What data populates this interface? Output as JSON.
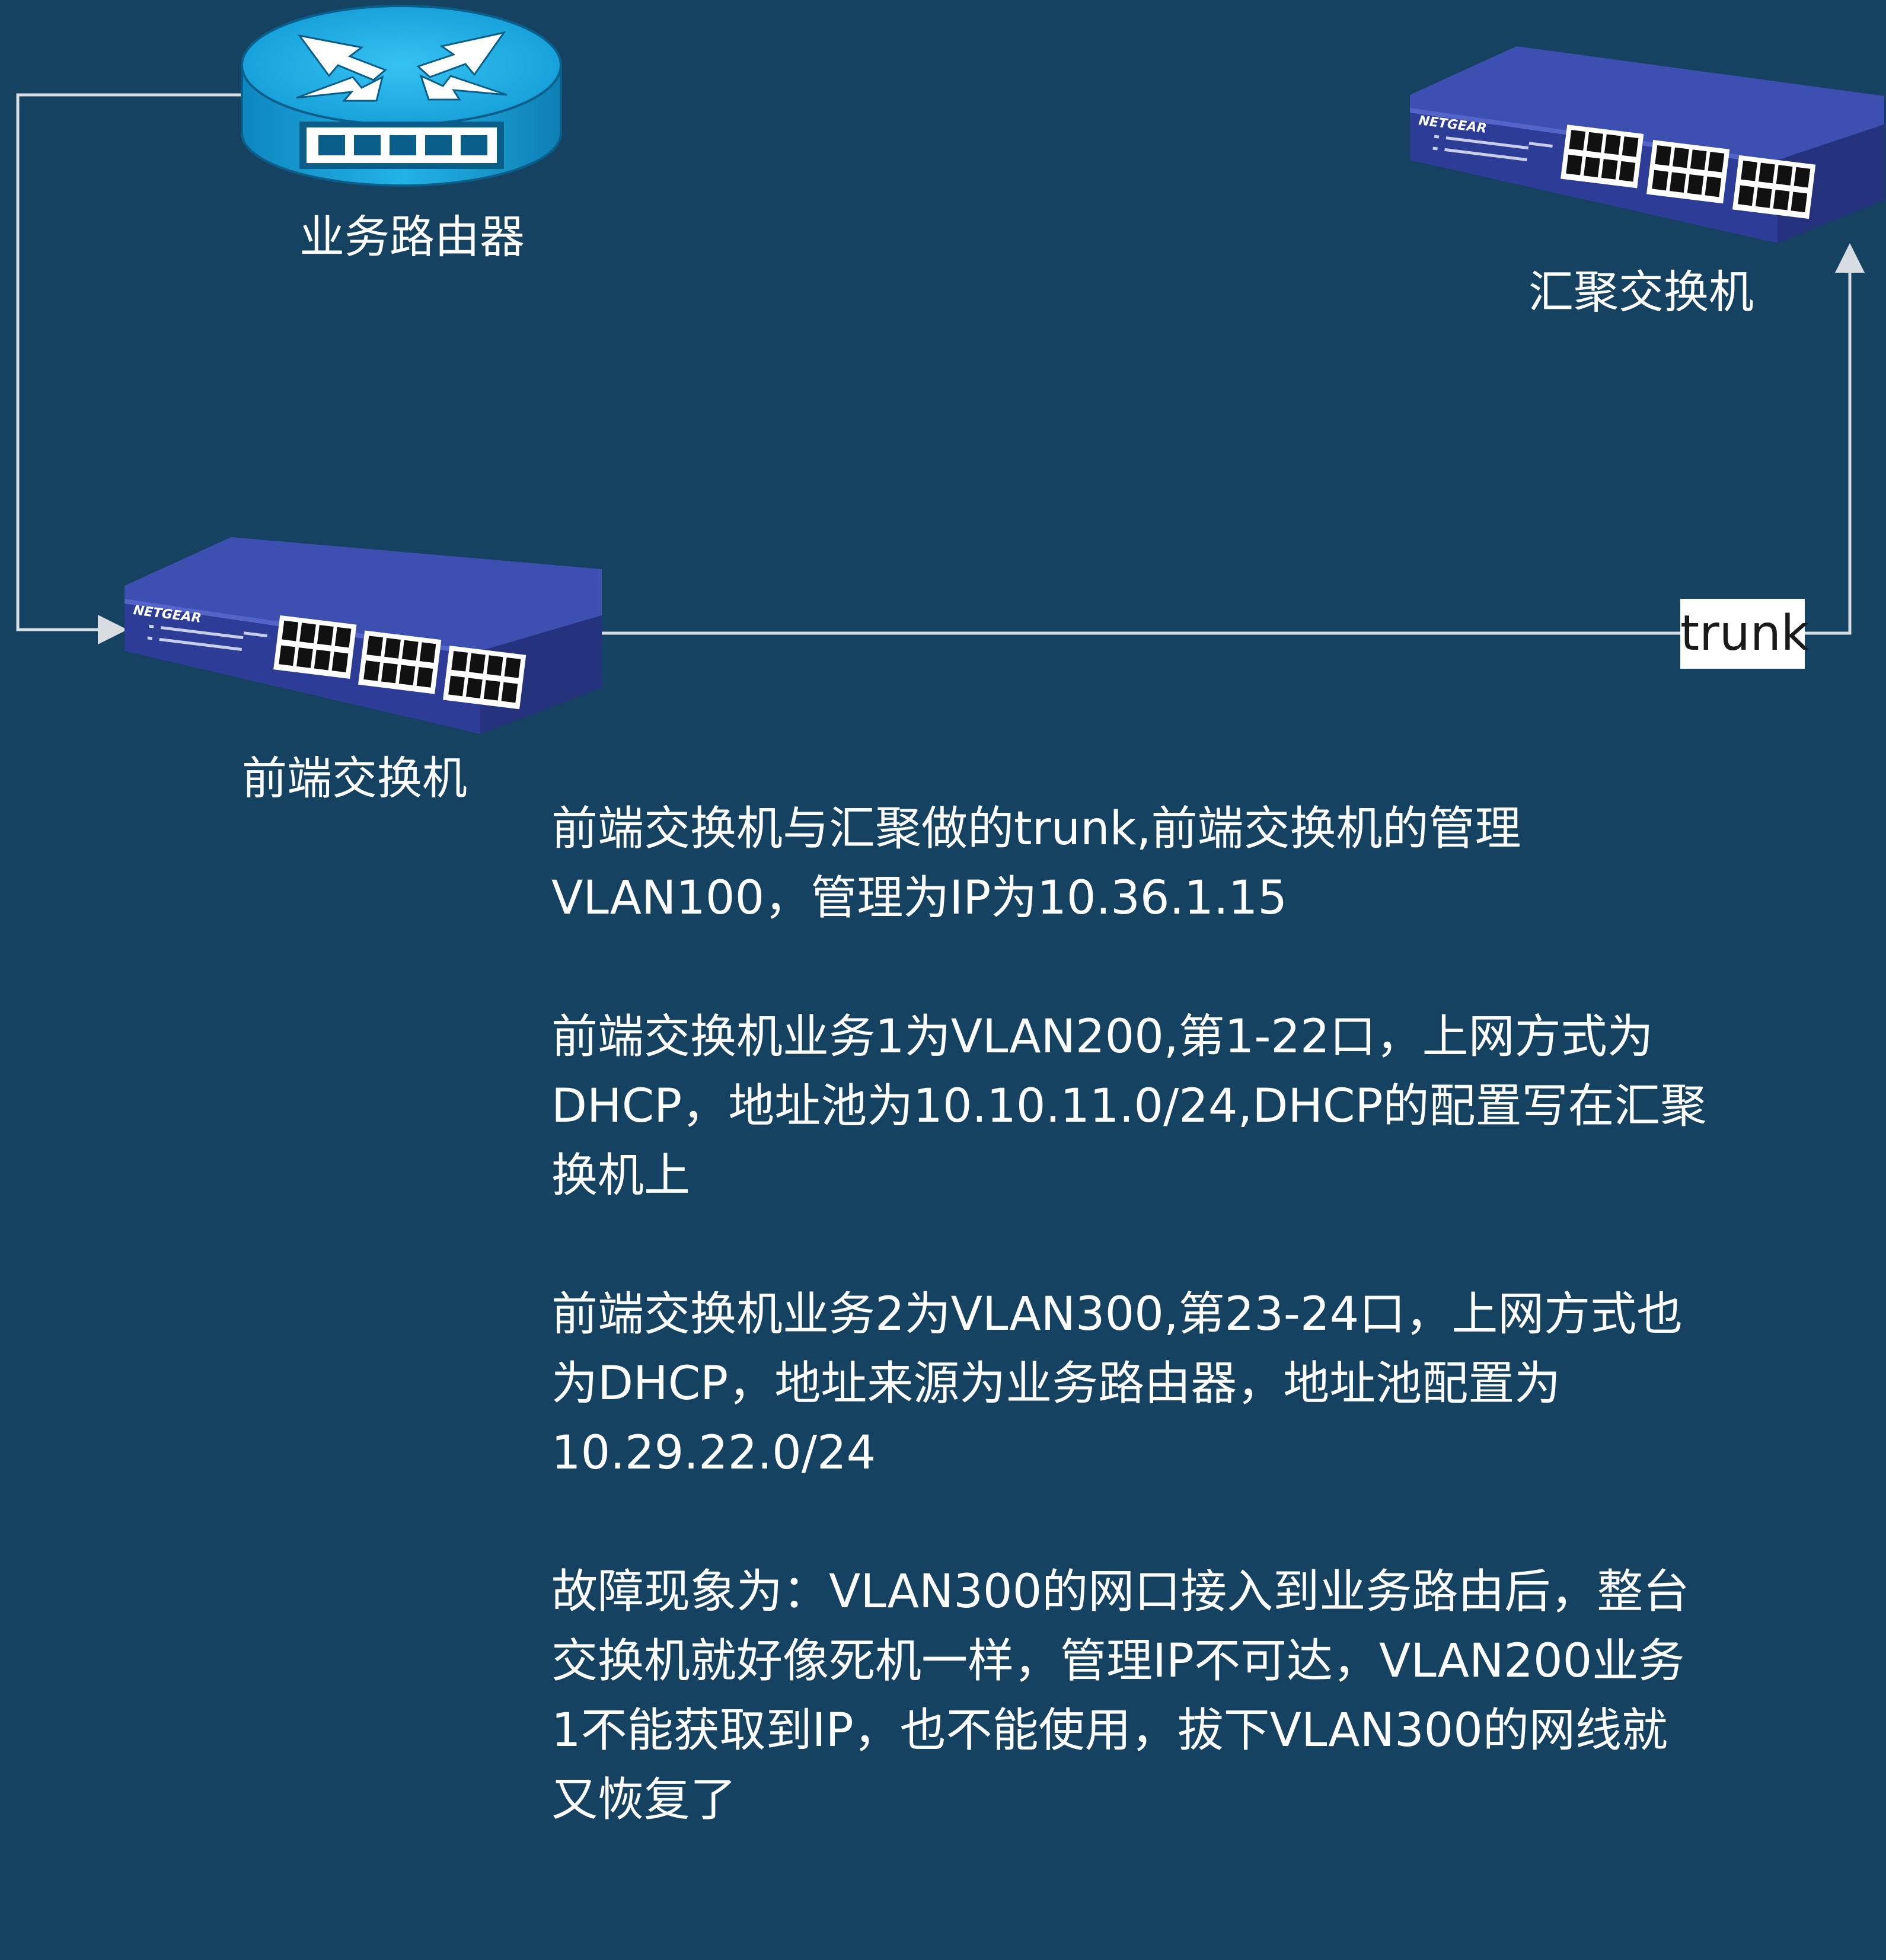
{
  "devices": {
    "router": {
      "label": "业务路由器"
    },
    "core_switch": {
      "label": "汇聚交换机",
      "brand": "NETGEAR"
    },
    "edge_switch": {
      "label": "前端交换机",
      "brand": "NETGEAR"
    }
  },
  "links": {
    "trunk_label": "trunk"
  },
  "notes": {
    "p1": "前端交换机与汇聚做的trunk,前端交换机的管理\nVLAN100，管理为IP为10.36.1.15",
    "p2": "前端交换机业务1为VLAN200,第1-22口，上网方式为\nDHCP，地址池为10.10.11.0/24,DHCP的配置写在汇聚\n换机上",
    "p3": "前端交换机业务2为VLAN300,第23-24口，上网方式也\n为DHCP，地址来源为业务路由器，地址池配置为\n10.29.22.0/24",
    "p4": "故障现象为：VLAN300的网口接入到业务路由后，整台\n交换机就好像死机一样，管理IP不可达，VLAN200业务\n1不能获取到IP，也不能使用，拔下VLAN300的网线就\n又恢复了"
  },
  "colors": {
    "background": "#154261",
    "connector": "#d8dde2",
    "switch_body": "#2f3f99",
    "router_body": "#1aa3d8"
  }
}
